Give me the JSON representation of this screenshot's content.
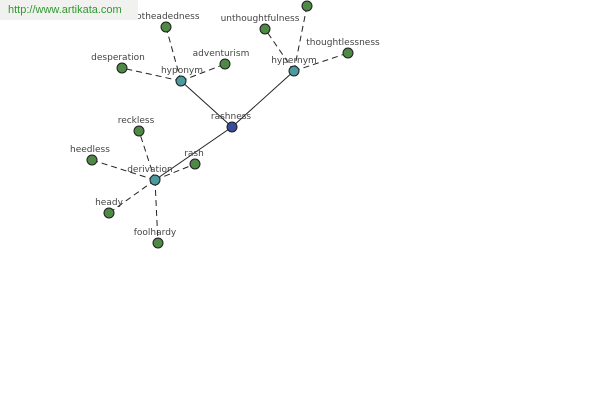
{
  "watermark": {
    "text": "http://www.artikata.com"
  },
  "colors": {
    "leaf": "#4e8a45",
    "relation": "#4a9aa0",
    "root": "#3a4d9a"
  },
  "graph": {
    "nodes": [
      {
        "id": "rashness",
        "label": "rashness",
        "kind": "root"
      },
      {
        "id": "hyponym",
        "label": "hyponym",
        "kind": "relation"
      },
      {
        "id": "hypernym",
        "label": "hypernym",
        "kind": "relation"
      },
      {
        "id": "derivation",
        "label": "derivation",
        "kind": "relation"
      },
      {
        "id": "hotheadedness",
        "label": "hotheadedness",
        "kind": "leaf"
      },
      {
        "id": "desperation",
        "label": "desperation",
        "kind": "leaf"
      },
      {
        "id": "adventurism",
        "label": "adventurism",
        "kind": "leaf"
      },
      {
        "id": "unthoughtfulness",
        "label": "unthoughtfulness",
        "kind": "leaf"
      },
      {
        "id": "top-leaf",
        "label": "",
        "kind": "leaf"
      },
      {
        "id": "thoughtlessness",
        "label": "thoughtlessness",
        "kind": "leaf"
      },
      {
        "id": "reckless",
        "label": "reckless",
        "kind": "leaf"
      },
      {
        "id": "heedless",
        "label": "heedless",
        "kind": "leaf"
      },
      {
        "id": "rash",
        "label": "rash",
        "kind": "leaf"
      },
      {
        "id": "heady",
        "label": "heady",
        "kind": "leaf"
      },
      {
        "id": "foolhardy",
        "label": "foolhardy",
        "kind": "leaf"
      }
    ],
    "edges": [
      {
        "from": "rashness",
        "to": "hyponym",
        "style": "solid"
      },
      {
        "from": "rashness",
        "to": "hypernym",
        "style": "solid"
      },
      {
        "from": "rashness",
        "to": "derivation",
        "style": "solid"
      },
      {
        "from": "hyponym",
        "to": "hotheadedness",
        "style": "dashed"
      },
      {
        "from": "hyponym",
        "to": "desperation",
        "style": "dashed"
      },
      {
        "from": "hyponym",
        "to": "adventurism",
        "style": "dashed"
      },
      {
        "from": "hypernym",
        "to": "unthoughtfulness",
        "style": "dashed"
      },
      {
        "from": "hypernym",
        "to": "top-leaf",
        "style": "dashed"
      },
      {
        "from": "hypernym",
        "to": "thoughtlessness",
        "style": "dashed"
      },
      {
        "from": "derivation",
        "to": "reckless",
        "style": "dashed"
      },
      {
        "from": "derivation",
        "to": "heedless",
        "style": "dashed"
      },
      {
        "from": "derivation",
        "to": "rash",
        "style": "dashed"
      },
      {
        "from": "derivation",
        "to": "heady",
        "style": "dashed"
      },
      {
        "from": "derivation",
        "to": "foolhardy",
        "style": "dashed"
      }
    ]
  }
}
